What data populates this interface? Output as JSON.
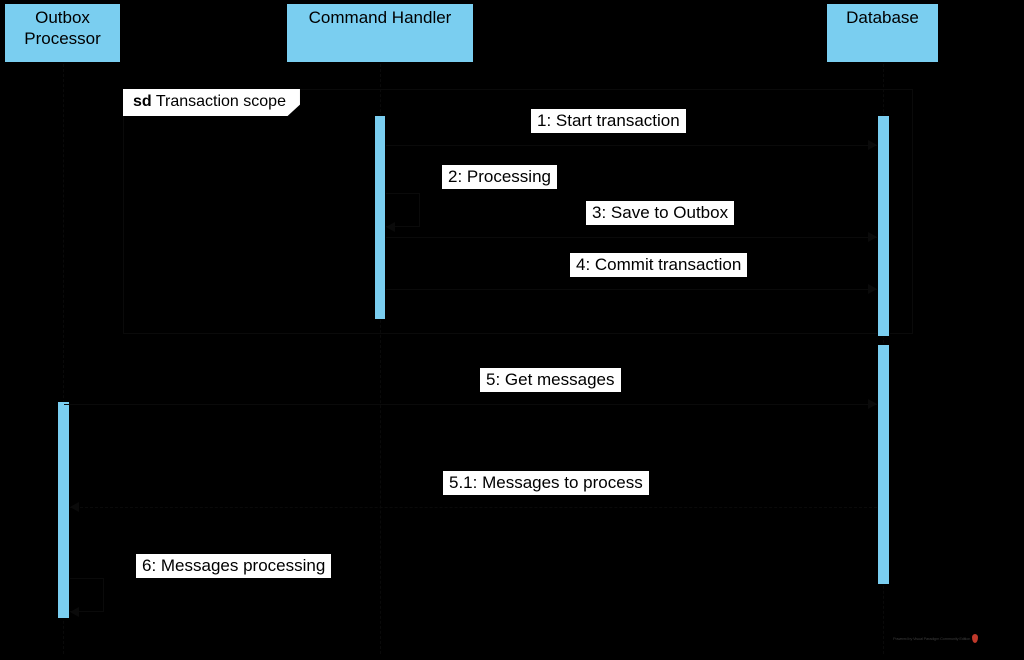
{
  "diagram": {
    "title": "Transaction scope",
    "type": "uml-sequence-diagram",
    "background_color": "#000000",
    "participant_fill": "#7ACEF0",
    "label_fill": "#FFFFFF",
    "text_color": "#000000"
  },
  "participants": [
    {
      "id": "outbox",
      "label": "Outbox\nProcessor"
    },
    {
      "id": "handler",
      "label": "Command Handler"
    },
    {
      "id": "database",
      "label": "Database"
    }
  ],
  "frame": {
    "keyword": "sd",
    "name": "Transaction scope"
  },
  "messages": [
    {
      "id": "m1",
      "number": "1",
      "text": "1: Start transaction"
    },
    {
      "id": "m2",
      "number": "2",
      "text": "2: Processing"
    },
    {
      "id": "m3",
      "number": "3",
      "text": "3: Save to Outbox"
    },
    {
      "id": "m4",
      "number": "4",
      "text": "4: Commit transaction"
    },
    {
      "id": "m5",
      "number": "5",
      "text": "5: Get messages"
    },
    {
      "id": "m51",
      "number": "5.1",
      "text": "5.1: Messages to process"
    },
    {
      "id": "m6",
      "number": "6",
      "text": "6: Messages processing"
    }
  ],
  "watermark": {
    "text": "Powered by Visual Paradigm Community Edition"
  }
}
